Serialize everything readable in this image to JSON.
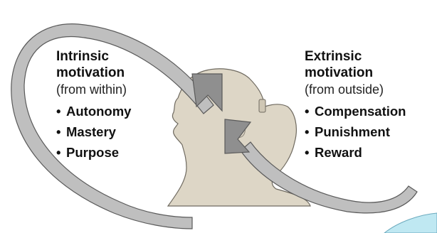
{
  "intrinsic": {
    "title_line1": "Intrinsic",
    "title_line2": "motivation",
    "subtitle": "(from within)",
    "items": [
      "Autonomy",
      "Mastery",
      "Purpose"
    ]
  },
  "extrinsic": {
    "title_line1": "Extrinsic",
    "title_line2": "motivation",
    "subtitle": "(from outside)",
    "items": [
      "Compensation",
      "Punishment",
      "Reward"
    ]
  },
  "bullet_char": "•",
  "colors": {
    "head": "#ddd6c6",
    "head_outline": "#6f6a60",
    "arrow_fill": "#bfbfbf",
    "arrow_outline": "#5a5a5a",
    "arrow_head": "#8f8f8f",
    "accent_blue": "#bfe8f2"
  }
}
